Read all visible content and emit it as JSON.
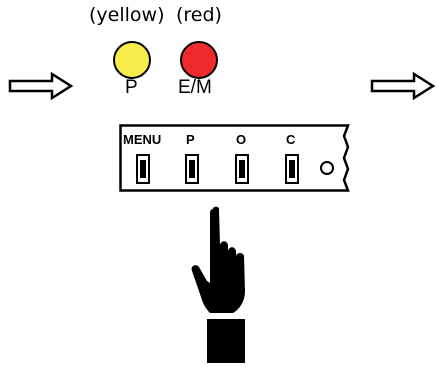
{
  "lamps": [
    {
      "color_label": "(yellow)",
      "name": "P",
      "color": "#f5ec4a"
    },
    {
      "color_label": "(red)",
      "name": "E/M",
      "color": "#ee2b2a"
    }
  ],
  "panel": {
    "keys": [
      {
        "label": "MENU"
      },
      {
        "label": "P"
      },
      {
        "label": "O"
      },
      {
        "label": "C"
      }
    ],
    "led_icon": "circle-led-icon"
  },
  "icons": {
    "left_arrow": "right-arrow-icon",
    "right_arrow": "right-arrow-icon",
    "hand": "pointing-hand-icon"
  }
}
